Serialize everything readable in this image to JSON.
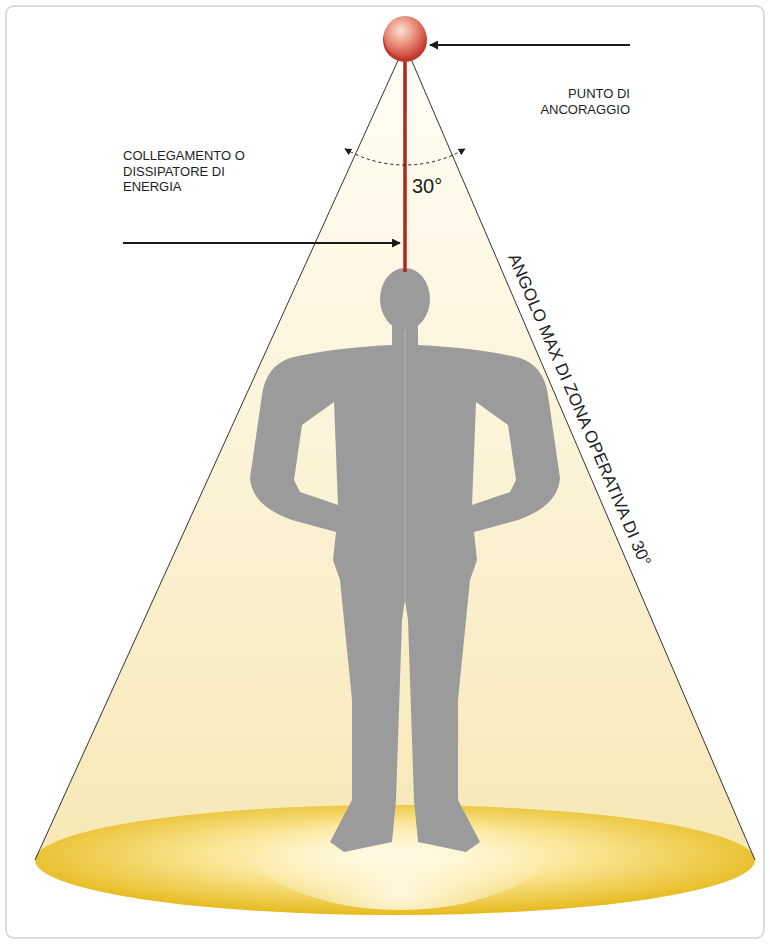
{
  "diagram": {
    "labels": [
      "PUNTO DI ANCORAGGIO",
      "COLLEGAMENTO O DISSIPATORE DI ENERGIA",
      "30°",
      "ANGOLO MAX DI ZONA OPERATIVA DI 30°"
    ]
  }
}
